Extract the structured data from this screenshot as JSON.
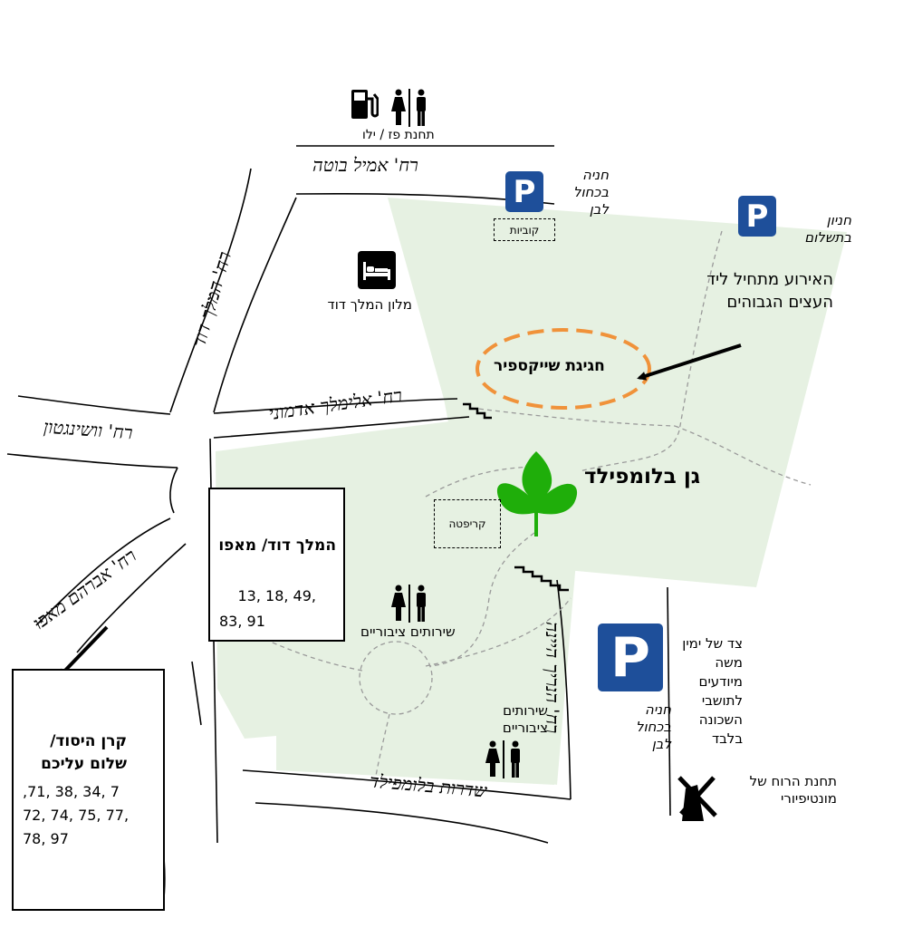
{
  "streets": {
    "emil_botta": "רח' אמיל בוטה",
    "hamelech_david": "רח' המלך דוד",
    "washington": "רח' וושינגטון",
    "elimelech_admoni": "רח' אלימלך אדמוני",
    "avraham_mapu": "רח' אברהם מאפו",
    "heinrich_heine": "רח' הנריך היינה",
    "blumfield_blvd": "שדרות בלומפילד"
  },
  "places": {
    "gas_station": "תחנת פז / ילו",
    "hotel": "מלון המלך דוד",
    "park": "גן בלומפילד",
    "event": "חגיגת שייקספיר",
    "event_note": "האירוע מתחיל ליד העצים הגבוהים",
    "kubiot": "קוביות",
    "cafe": "קריפטה",
    "toilets_1": "שירותים ציבוריים",
    "toilets_2": "שירותים ציבוריים",
    "windmill": "תחנת הרוח של מונטיפיורי",
    "parking_blue_white_1": "חניה בכחול לבן",
    "parking_paid": "חניון בתשלום",
    "parking_blue_white_2": "חניה בכחול לבן",
    "residents_note": "צד של ימין משה מיודעים לתושבי השכונה בלבד"
  },
  "parking_letter": "P",
  "bus_stops": {
    "stop1": {
      "name": "המלך דוד/ מאפו",
      "lines": [
        "13, 18, 49,",
        "91 ,83"
      ]
    },
    "stop2": {
      "name": "קרן היסוד/ שלום עליכם",
      "lines": [
        "7 ,34 ,38 ,71,",
        "72, 74, 75, 77,",
        "97 ,78"
      ]
    }
  },
  "icons": [
    "fuel-pump-icon",
    "restroom-icon",
    "parking-icon",
    "hotel-bed-icon",
    "bus-icon",
    "leaf-icon",
    "stairs-icon",
    "windmill-icon",
    "arrow-icon"
  ],
  "colors": {
    "park_fill": "#e6f1e2",
    "event_ellipse": "#f0923a",
    "leaf": "#1fae0a",
    "parking_blue": "#1e4f9a",
    "bus_blue": "#1565c0"
  }
}
